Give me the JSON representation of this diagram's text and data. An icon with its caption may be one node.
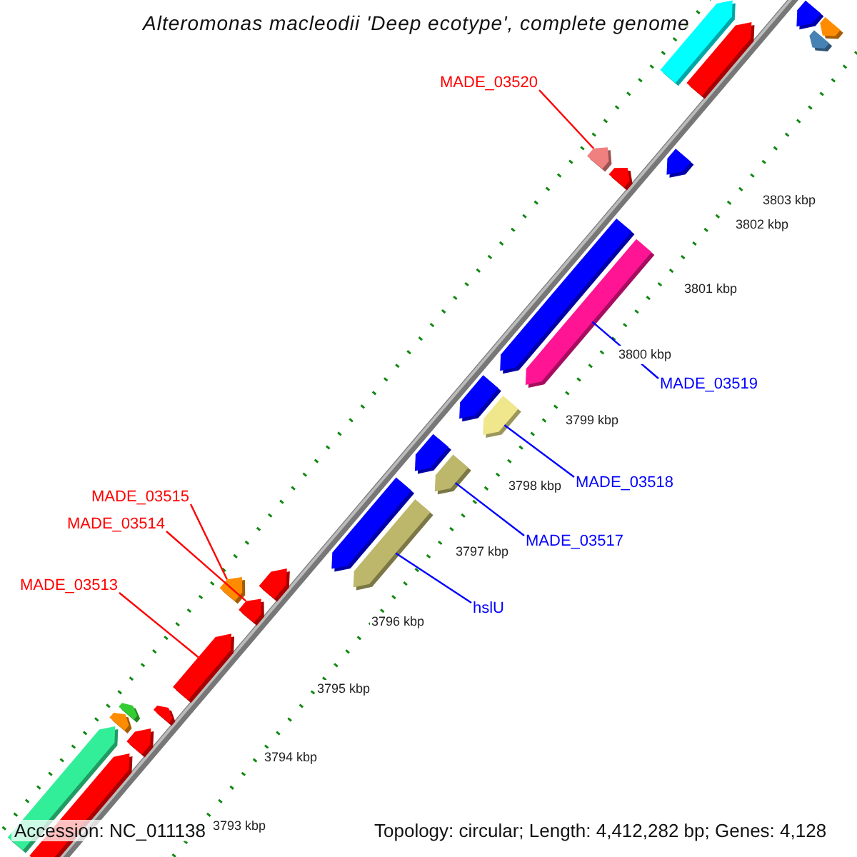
{
  "diagram": {
    "title": "Alteromonas macleodii 'Deep ecotype', complete genome",
    "nodes": [
      {
        "text": [
          "MADE_03520"
        ]
      },
      {
        "text": [],
        "shape": "bar"
      },
      {
        "text": [
          "MADE_03519"
        ]
      },
      {
        "text": [],
        "shape": "bar"
      },
      {
        "text": [
          "MADE_03518"
        ]
      },
      {
        "text": [],
        "shape": "bar"
      },
      {
        "text": [
          "MADE_03517"
        ]
      },
      {
        "text": [],
        "shape": "bar"
      },
      {
        "text": [
          "hslU"
        ]
      },
      {
        "text": [],
        "shape": "bar"
      },
      {
        "text": [
          "MADE_03515"
        ]
      },
      {
        "text": [],
        "shape": "bar"
      },
      {
        "text": [
          "MADE_03514"
        ]
      },
      {
        "text": [],
        "shape": "bar"
      },
      {
        "text": [
          "MADE_03513"
        ]
      },
      {
        "text": [],
        "shape": "bar"
      },
      {
        "text": [],
        "shape": "bar"
      },
      {
        "text": [],
        "shape": "bar"
      },
      {
        "text": [],
        "shape": "bar"
      },
      {
        "text": [],
        "shape": "bar"
      },
      {
        "text": [],
        "shape": "bar"
      },
      {
        "text": [],
        "shape": "bar"
      },
      {
        "text": [],
        "shape": "bar"
      },
      {
        "text": [],
        "shape": "bar"
      },
      {
        "text": [],
        "shape": "bar"
      },
      {
        "text": [],
        "shape": "bar"
      },
      {
        "text": [],
        "shape": "bar"
      },
      {
        "text": [],
        "shape": "bar"
      },
      {
        "text": [],
        "shape": "bar"
      },
      {
        "text": [],
        "shape": "bar"
      },
      {
        "text": [],
        "shape": "bar"
      },
      {
        "text": [],
        "shape": "bar"
      },
      {
        "text": [],
        "shape": "bar"
      },
      {
        "text": [],
        "shape": "bar"
      }
    ],
    "edges": [
      {
        "from": 0,
        "to": 1,
        "arrow": "none",
        "color": "#ff0000"
      },
      {
        "from": 2,
        "to": 3,
        "arrow": "none",
        "color": "#0000ff"
      },
      {
        "from": 4,
        "to": 5,
        "arrow": "none",
        "color": "#0000ff"
      },
      {
        "from": 6,
        "to": 7,
        "arrow": "none",
        "color": "#0000ff"
      },
      {
        "from": 8,
        "to": 9,
        "arrow": "none",
        "color": "#0000ff"
      },
      {
        "from": 10,
        "to": 11,
        "arrow": "none",
        "color": "#ff0000"
      },
      {
        "from": 12,
        "to": 13,
        "arrow": "none",
        "color": "#ff0000"
      },
      {
        "from": 14,
        "to": 15,
        "arrow": "none",
        "color": "#ff0000"
      }
    ],
    "labels": [
      "3803 kbp",
      "3802 kbp",
      "3801 kbp",
      "3800 kbp",
      "3799 kbp",
      "3798 kbp",
      "3797 kbp",
      "3796 kbp",
      "3795 kbp",
      "3794 kbp",
      "3793 kbp",
      "Accession: NC_011138",
      "Topology: circular; Length: 4,412,282 bp; Genes: 4,128"
    ]
  }
}
